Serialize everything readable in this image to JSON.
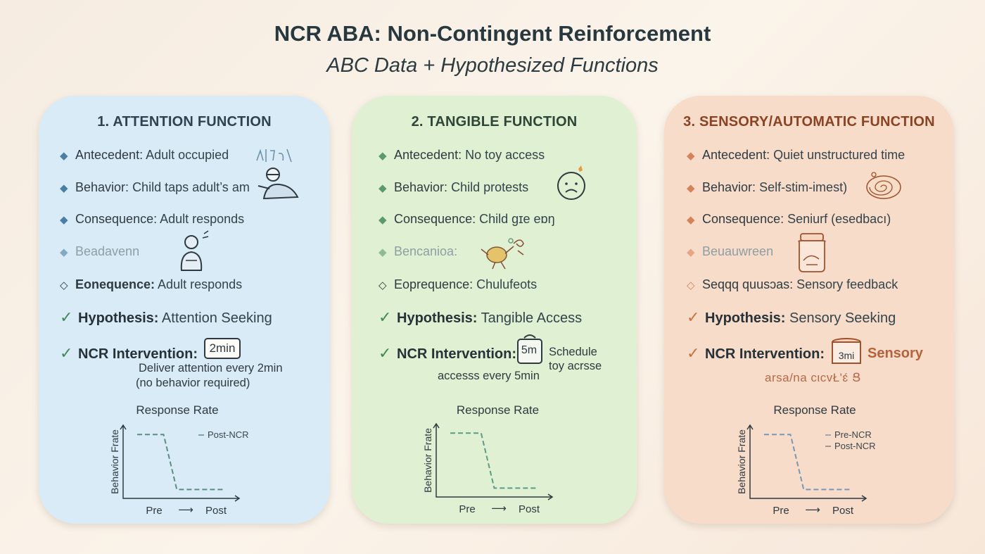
{
  "title": "NCR ABA: Non-Contingent Reinforcement",
  "subtitle": "ABC Data + Hypothesized Functions",
  "cards": [
    {
      "heading": "1. ATTENTION FUNCTION",
      "antecedent_label": "Antecedent:",
      "antecedent_value": "Adult occupied",
      "behavior_label": "Behavior:",
      "behavior_value": "Child taps adult’s am",
      "consequence_label": "Consequence:",
      "consequence_value": "Adult responds",
      "faded_row": "Beadavenn",
      "repeat_label": "Eonequence:",
      "repeat_value": "Adult responds",
      "hypothesis_label": "Hypothesis:",
      "hypothesis_value": "Attention Seeking",
      "ncr_label": "NCR Intervention:",
      "badge": "2min",
      "ncr_desc_1": "Deliver attention every 2min",
      "ncr_desc_2": "(no behavior required)",
      "chart_title": "Response Rate",
      "icons": [
        "clipboard-icon",
        "adult-at-desk-icon",
        "child-figure-icon"
      ]
    },
    {
      "heading": "2. TANGIBLE FUNCTION",
      "antecedent_label": "Antecedent:",
      "antecedent_value": "No toy access",
      "behavior_label": "Behavior:",
      "behavior_value": "Child protests",
      "consequence_label": "Consequence:",
      "consequence_value": "Child gɪe eɒŋ",
      "faded_row": "Bencanioa:",
      "repeat_label": "Eoprequence:",
      "repeat_value": "Chulufeots",
      "hypothesis_label": "Hypothesis:",
      "hypothesis_value": "Tangible Access",
      "ncr_label": "NCR Intervention:",
      "badge": "5m",
      "ncr_desc_1": "Schedule",
      "ncr_desc_2": "toy acrsse",
      "ncr_desc_3": "accesss every 5min",
      "chart_title": "Response Rate",
      "icons": [
        "sad-face-icon",
        "toy-scribble-icon",
        "timer-bag-icon"
      ]
    },
    {
      "heading": "3. SENSORY/AUTOMATIC FUNCTION",
      "antecedent_label": "Antecedent:",
      "antecedent_value": "Quiet unstructured time",
      "behavior_label": "Behavior:",
      "behavior_value": "Self-stim-imest)",
      "consequence_label": "Consequence:",
      "consequence_value": "Seniurf (esedbacı)",
      "faded_row": "Beuauwreen",
      "repeat_label": "Seqqq quusɔas:",
      "repeat_value": "Sensory feedback",
      "hypothesis_label": "Hypothesis:",
      "hypothesis_value": "Sensory Seeking",
      "ncr_label": "NCR Intervention:",
      "badge": "3mi",
      "sensory_word": "Sensory",
      "garbled": "arsa/na cιcvŁ'ɛ́ Ց",
      "chart_title": "Response Rate",
      "icons": [
        "swirl-icon",
        "jar-icon",
        "drum-timer-icon"
      ]
    }
  ],
  "chart_data": [
    {
      "type": "line",
      "title": "Response Rate",
      "ylabel": "Behavior Frate",
      "xlabel_left": "Pre",
      "xlabel_arrow": "⟶",
      "xlabel_right": "Post",
      "series": [
        {
          "name": "Post-NCR",
          "x": [
            0,
            0.3,
            0.45,
            0.6,
            1.0
          ],
          "y": [
            0.9,
            0.9,
            0.05,
            0.05,
            0.05
          ],
          "color": "#5d8c80"
        }
      ],
      "ylim": [
        0,
        1
      ]
    },
    {
      "type": "line",
      "title": "Response Rate",
      "ylabel": "Behavior Frate",
      "xlabel_left": "Pre",
      "xlabel_arrow": "⟶",
      "xlabel_right": "Post",
      "series": [
        {
          "x": [
            0,
            0.35,
            0.5,
            0.65,
            1.0
          ],
          "y": [
            0.9,
            0.9,
            0.05,
            0.05,
            0.05
          ],
          "color": "#5e9a86"
        }
      ],
      "ylim": [
        0,
        1
      ]
    },
    {
      "type": "line",
      "title": "Response Rate",
      "ylabel": "Behavior Frate",
      "xlabel_left": "Pre",
      "xlabel_arrow": "⟶",
      "xlabel_right": "Post",
      "series": [
        {
          "name": "Pre-NCR",
          "x": [
            0,
            0.3,
            0.45,
            0.55,
            1.0
          ],
          "y": [
            0.9,
            0.9,
            0.05,
            0.05,
            0.05
          ],
          "color": "#7898b8"
        },
        {
          "name": "Post-NCR",
          "x": [],
          "y": [],
          "color": "#8a7f77"
        }
      ],
      "ylim": [
        0,
        1
      ]
    }
  ]
}
